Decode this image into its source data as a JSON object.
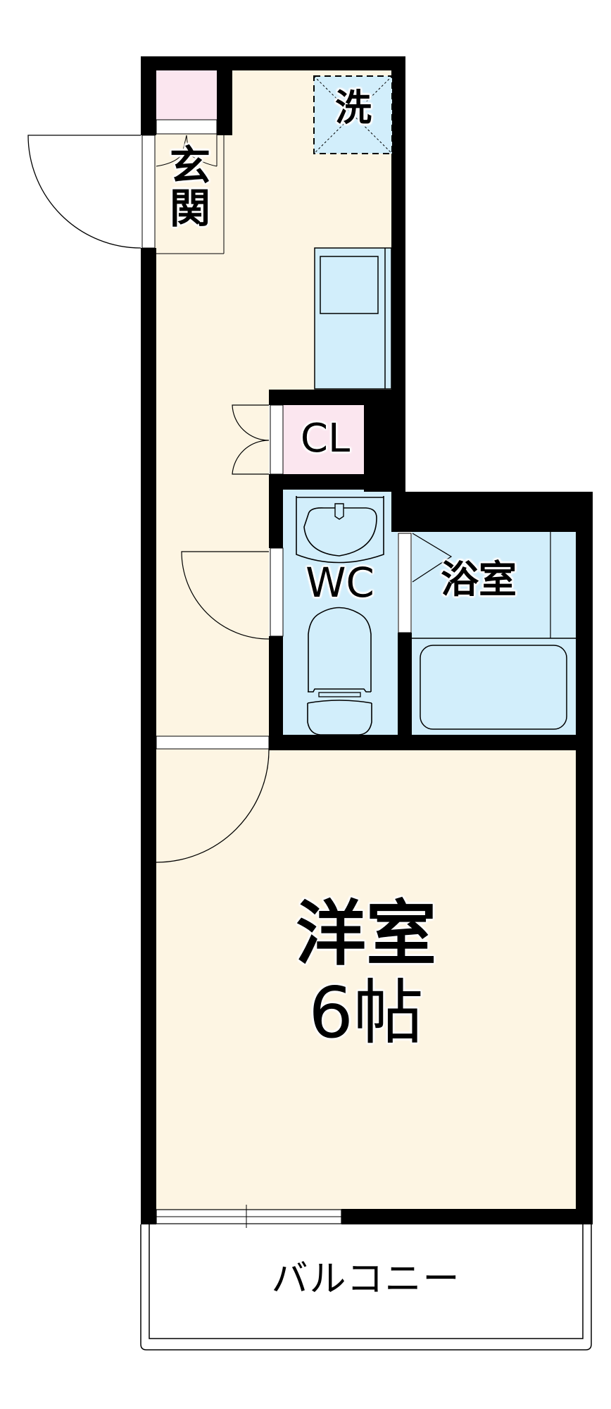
{
  "floor_plan": {
    "rooms": {
      "washer": {
        "label": "洗"
      },
      "entry": {
        "label": "玄関"
      },
      "closet": {
        "label": "CL"
      },
      "toilet": {
        "label": "WC"
      },
      "bathroom": {
        "label": "浴室"
      },
      "western_room": {
        "label": "洋室",
        "size": "6帖"
      },
      "balcony": {
        "label": "バルコニー"
      }
    },
    "colors": {
      "wall": "#000000",
      "floor": "#fdf5e3",
      "wet_area": "#d2eefb",
      "storage": "#fbe6ef",
      "opening": "#ffffff"
    }
  }
}
